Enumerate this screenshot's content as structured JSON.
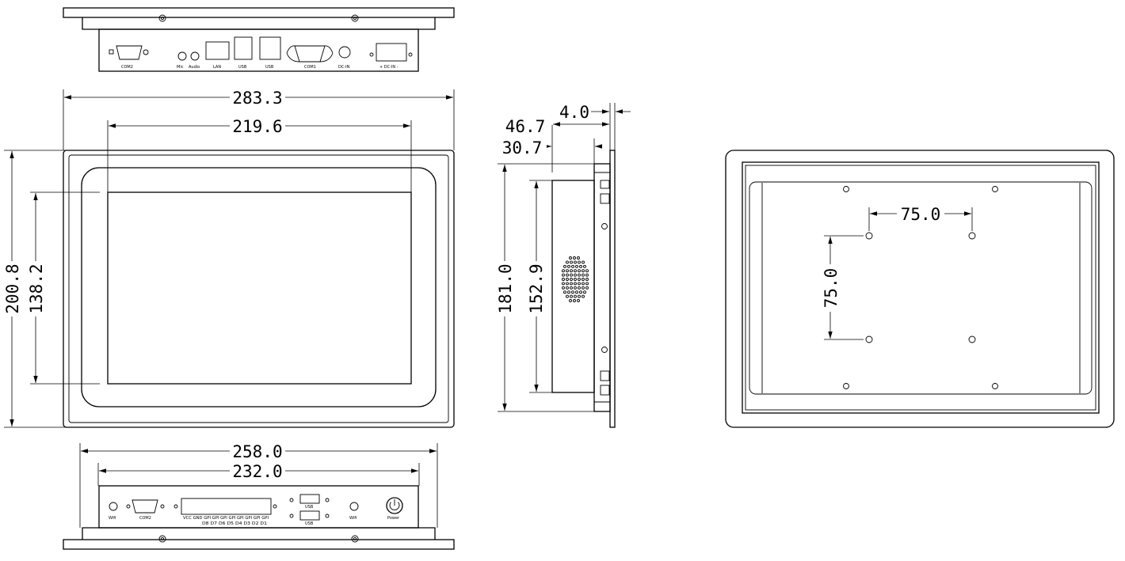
{
  "colors": {
    "line": "#000000",
    "background": "#ffffff"
  },
  "top_view": {
    "ports": {
      "com2": "COM2",
      "mic": "Mic",
      "audio": "Audio",
      "lan": "LAN",
      "usb1": "USB",
      "usb2": "USB",
      "com1": "COM1",
      "dc_in": "DC-IN",
      "dc_in_terminal": "+ DC-IN -"
    }
  },
  "front_view": {
    "dims": {
      "width_overall": "283.3",
      "width_active": "219.6",
      "height_overall": "200.8",
      "height_active": "138.2"
    }
  },
  "side_view": {
    "dims": {
      "depth_total": "46.7",
      "depth_body": "30.7",
      "bezel": "4.0",
      "height_body": "181.0",
      "height_inner": "152.9"
    }
  },
  "rear_view": {
    "dims": {
      "vesa_h": "75.0",
      "vesa_v": "75.0"
    }
  },
  "bottom_view": {
    "dims": {
      "width_case": "258.0",
      "width_panel": "232.0"
    },
    "ports": {
      "wifi_left": "Wifi",
      "com2": "COM2",
      "gpio_top": "VCC GND GPI GPI GPI GPI GPI GPI GPI GPI",
      "gpio_bottom": "D8 D7 D6 D5 D4 D3 D2 D1",
      "usb_top": "USB",
      "usb_bottom": "USB",
      "wifi_right": "Wifi",
      "power": "Power"
    }
  }
}
